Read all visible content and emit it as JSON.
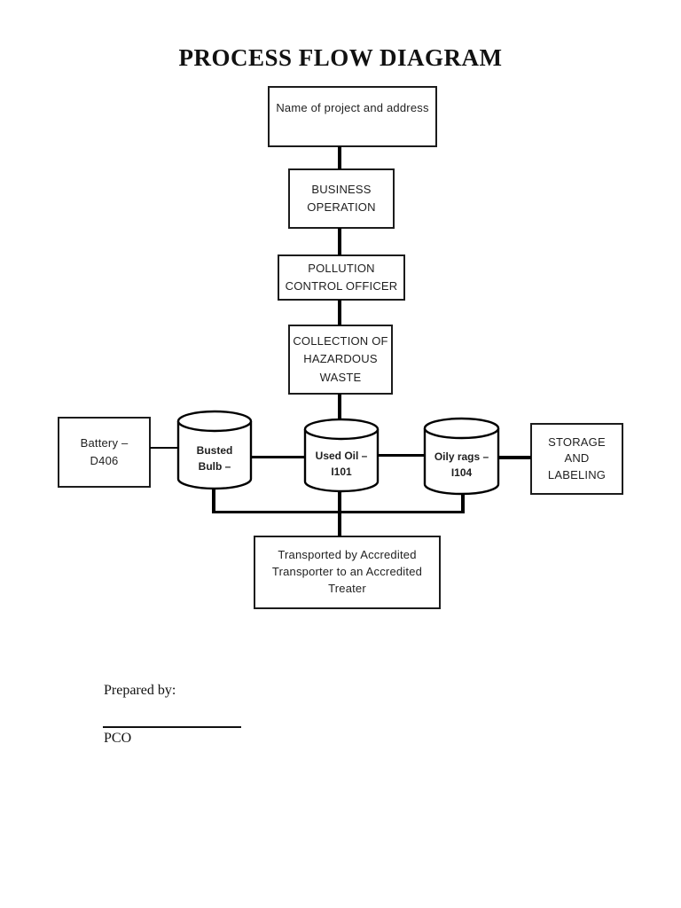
{
  "title": "PROCESS FLOW DIAGRAM",
  "nodes": {
    "project": "Name of project and address",
    "business_operation": "BUSINESS\nOPERATION",
    "pollution_control_officer": "POLLUTION\nCONTROL OFFICER",
    "collection_hazardous_waste": "COLLECTION OF\nHAZARDOUS\nWASTE",
    "battery": "Battery –\nD406",
    "busted_bulb": "Busted\nBulb –",
    "used_oil": "Used Oil –\nI101",
    "oily_rags": "Oily rags –\nI104",
    "storage_labeling": "STORAGE\nAND\nLABELING",
    "transport": "Transported by Accredited\nTransporter to an Accredited\nTreater"
  },
  "footer": {
    "prepared_by": "Prepared by:",
    "role": "PCO"
  },
  "colors": {
    "line": "#000000",
    "background": "#ffffff",
    "text": "#1f1f1f"
  }
}
